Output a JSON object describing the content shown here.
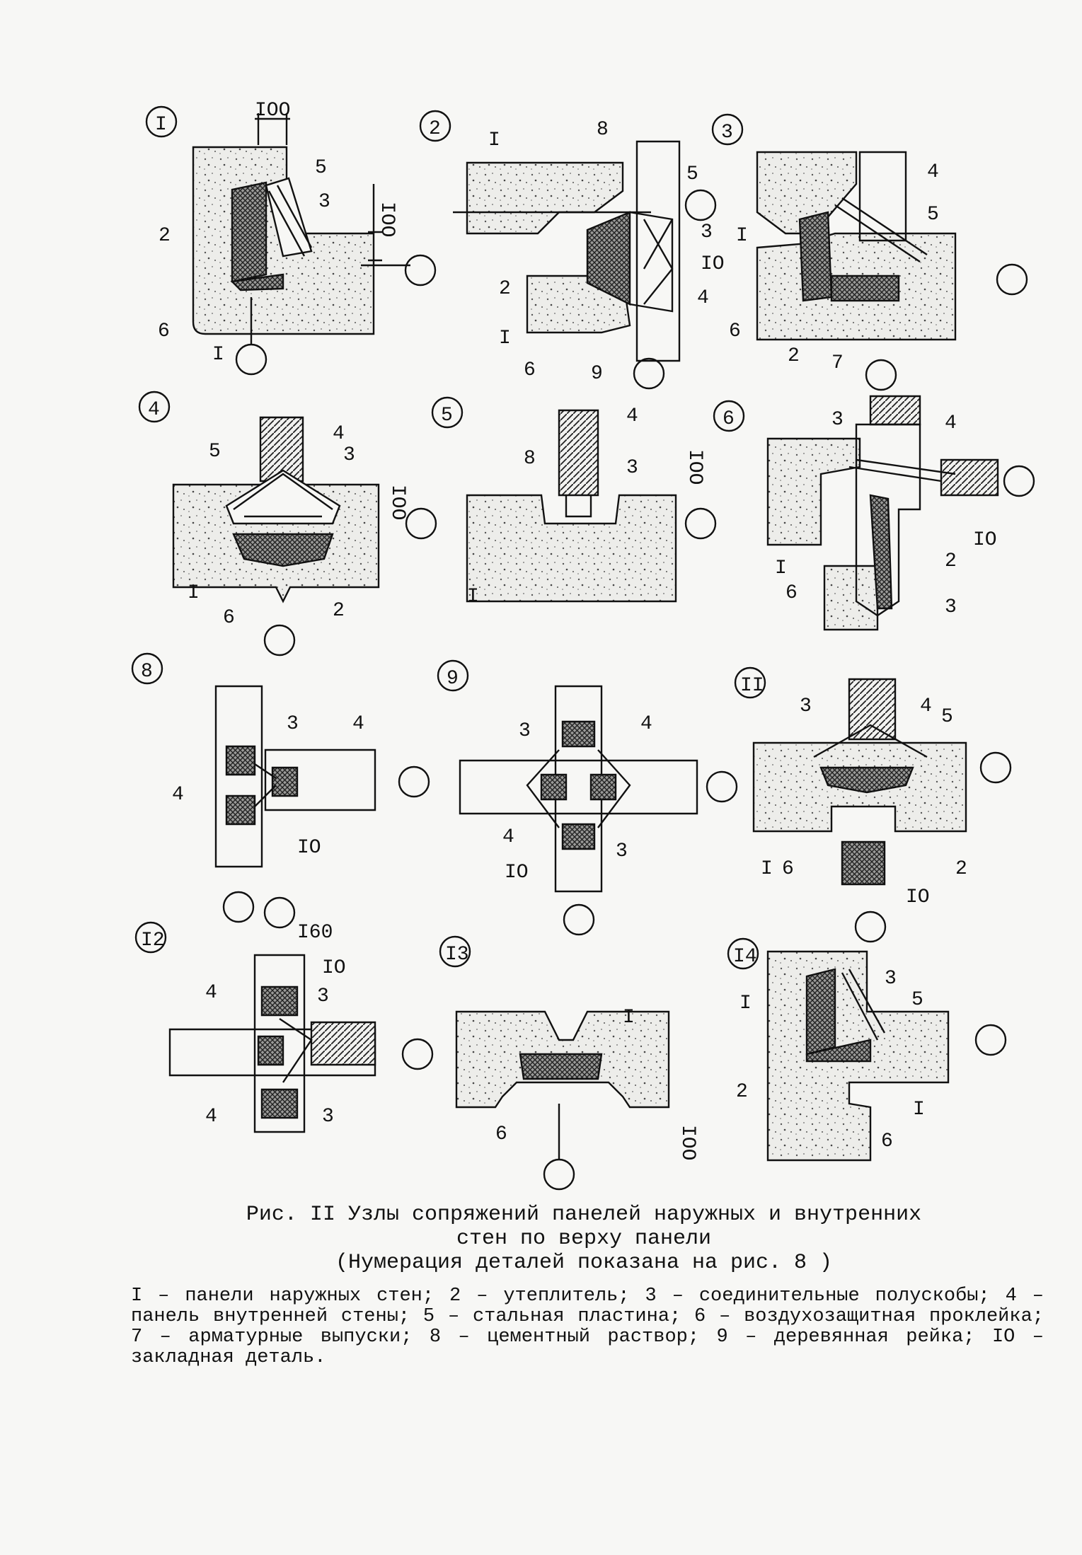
{
  "figure": {
    "caption_line1": "Рис. II Узлы сопряжений панелей наружных и внутренних",
    "caption_line2": "стен по верху панели",
    "caption_line3": "(Нумерация деталей показана на рис. 8 )",
    "legend": "I – панели наружных стен; 2 – утеплитель; 3 – соединительные полускобы; 4 – панель внутренней стены; 5 – стальная пластина; 6 – воздухозащитная проклейка; 7 – арматурные выпуски; 8 – цементный раствор; 9 – деревянная рейка; IO – закладная деталь."
  },
  "nodes": [
    {
      "number": "I",
      "labels": [
        "IOO",
        "5",
        "3",
        "2",
        "IOO",
        "6",
        "I"
      ]
    },
    {
      "number": "2",
      "labels": [
        "I",
        "8",
        "5",
        "3",
        "IO",
        "2",
        "4",
        "I",
        "6",
        "9"
      ]
    },
    {
      "number": "3",
      "labels": [
        "4",
        "I",
        "5",
        "6",
        "2",
        "7"
      ]
    },
    {
      "number": "4",
      "labels": [
        "4",
        "5",
        "3",
        "IOO",
        "I",
        "6",
        "2"
      ]
    },
    {
      "number": "5",
      "labels": [
        "4",
        "8",
        "3",
        "IOO",
        "I"
      ]
    },
    {
      "number": "6",
      "labels": [
        "3",
        "4",
        "IO",
        "I",
        "2",
        "6",
        "3"
      ]
    },
    {
      "number": "8",
      "labels": [
        "3",
        "4",
        "4",
        "IO"
      ]
    },
    {
      "number": "9",
      "labels": [
        "3",
        "4",
        "4",
        "IO",
        "3"
      ]
    },
    {
      "number": "II",
      "labels": [
        "3",
        "4",
        "5",
        "I",
        "6",
        "2",
        "IO"
      ]
    },
    {
      "number": "I2",
      "labels": [
        "I60",
        "IO",
        "4",
        "3",
        "4",
        "3"
      ]
    },
    {
      "number": "I3",
      "labels": [
        "I",
        "6",
        "IOO"
      ]
    },
    {
      "number": "I4",
      "labels": [
        "3",
        "I",
        "5",
        "2",
        "I",
        "6"
      ]
    }
  ]
}
